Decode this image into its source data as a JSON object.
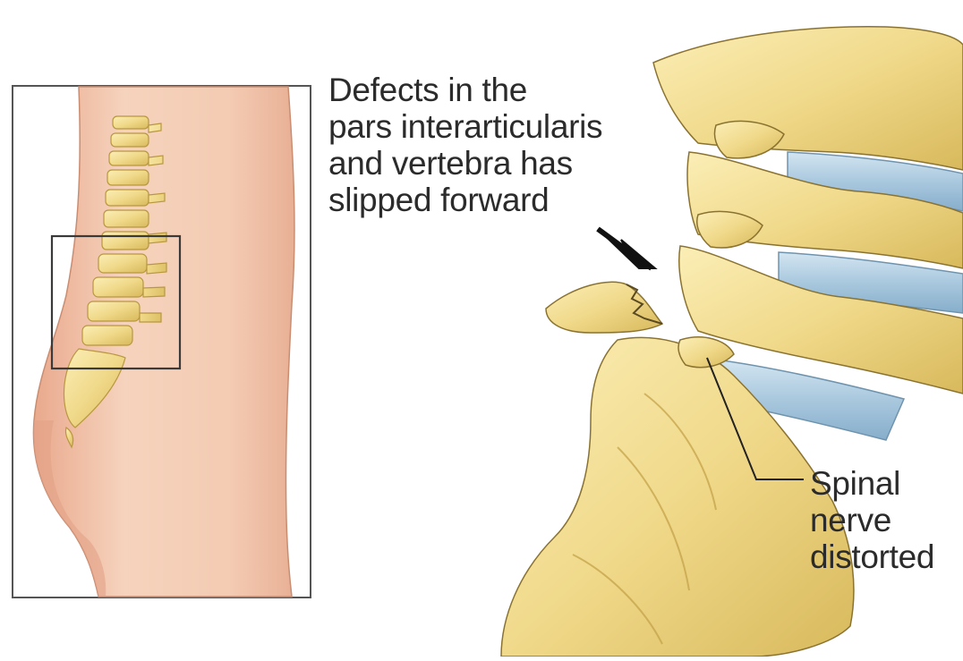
{
  "annotations": {
    "defects": {
      "lines": [
        "Defects in the",
        "pars interarticularis",
        "and vertebra has",
        "slipped forward"
      ]
    },
    "spinal_nerve": {
      "lines": [
        "Spinal",
        "nerve",
        "distorted"
      ]
    }
  },
  "colors": {
    "bone": "#f0d98a",
    "bone_dark": "#c9a94a",
    "disc": "#a9c8de",
    "skin": "#f2c8b0",
    "skin_shadow": "#e6a98c",
    "outline": "#3a3a3a"
  }
}
